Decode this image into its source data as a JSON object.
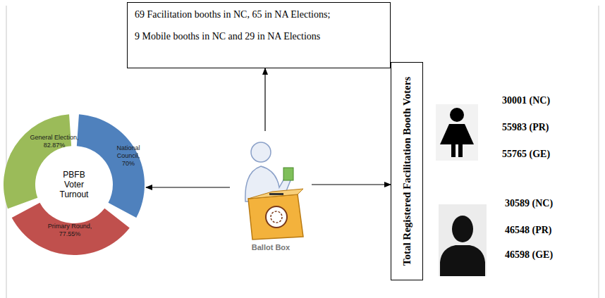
{
  "diagram": {
    "nodes": [
      {
        "text": [
          "69 Facilitation booths in NC, 65 in NA Elections;",
          "9 Mobile booths in NC and 29 in NA Elections"
        ]
      },
      {
        "text": [
          "PBFB Voter Turnout"
        ]
      },
      {
        "text": [
          "Ballot Box"
        ]
      },
      {
        "text": [
          "Total Registered Facilitation Booth Voters"
        ]
      }
    ],
    "edges": [
      {
        "from": 2,
        "to": 0,
        "arrow": "to"
      },
      {
        "from": 2,
        "to": 1,
        "arrow": "to"
      },
      {
        "from": 2,
        "to": 3,
        "arrow": "to"
      }
    ],
    "labels": [
      "National Council, 70%",
      "Primary Round, 77.55%",
      "General Election, 82.87%",
      "30001 (NC)",
      "55983 (PR)",
      "55765 (GE)",
      "30589 (NC)",
      "46548 (PR)",
      "46598 (GE)"
    ]
  }
}
